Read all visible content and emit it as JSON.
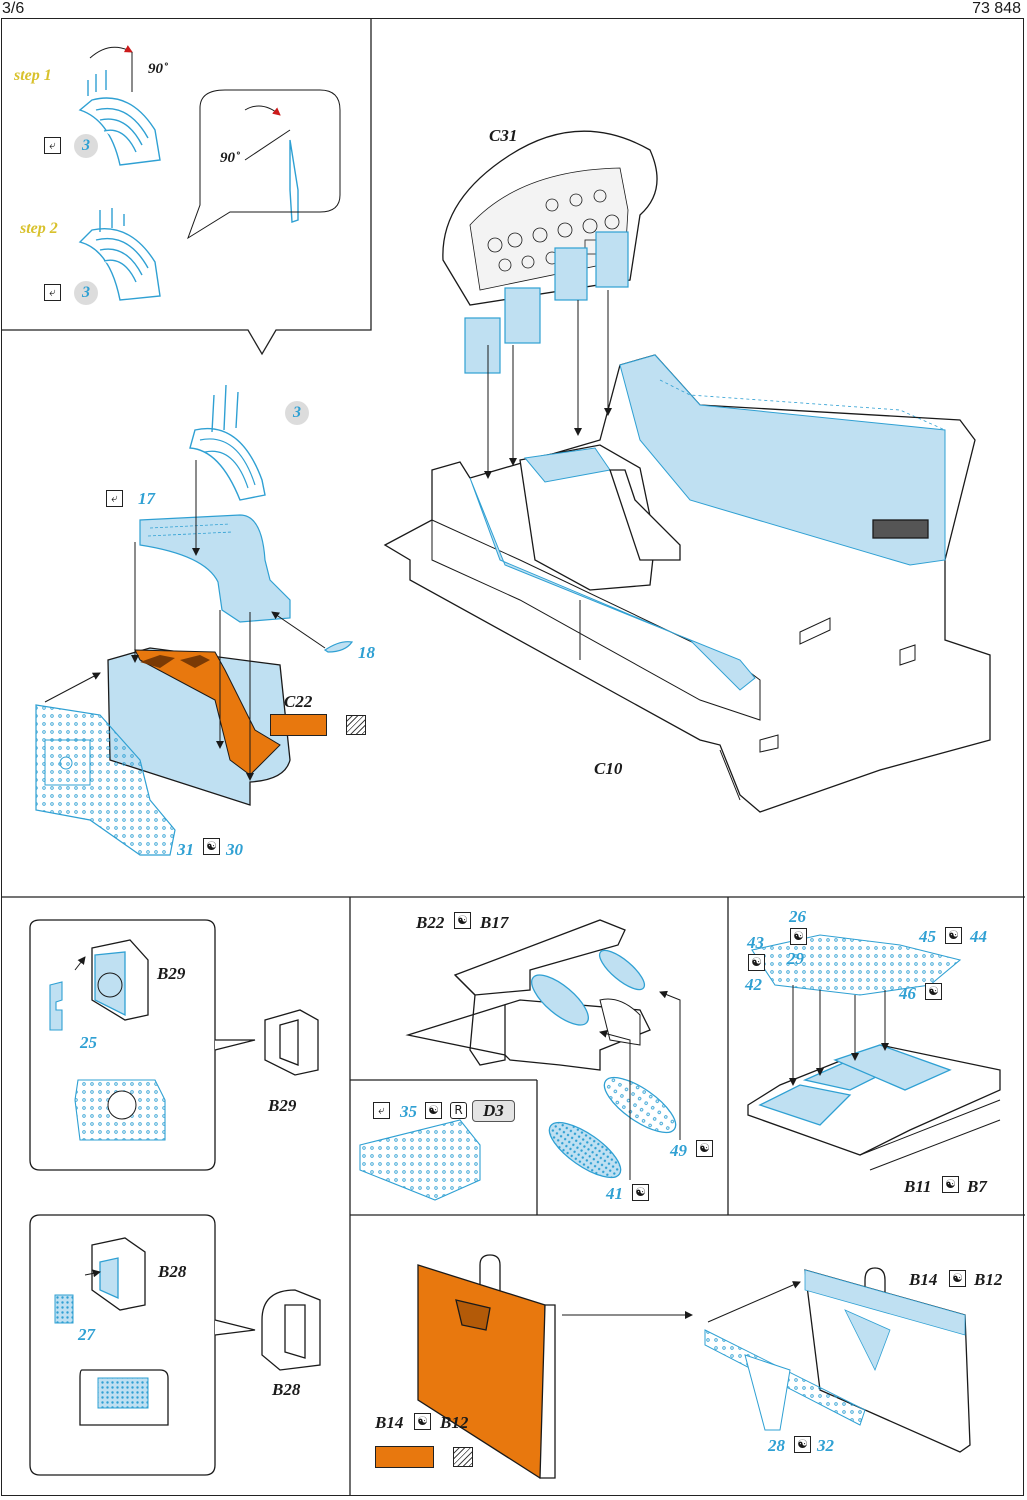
{
  "header": {
    "page_number": "3/6",
    "product_code": "73 848"
  },
  "steps": {
    "step1": "step 1",
    "step2": "step 2",
    "angle1": "90˚",
    "angle2": "90˚"
  },
  "parts": {
    "p3a": "3",
    "p3b": "3",
    "p3c": "3",
    "p17": "17",
    "p18": "18",
    "c22": "C22",
    "p31": "31",
    "p30": "30",
    "c31": "C31",
    "c10": "C10",
    "b29a": "B29",
    "b29b": "B29",
    "p25": "25",
    "b28a": "B28",
    "b28b": "B28",
    "p27": "27",
    "b22": "B22",
    "b17": "B17",
    "p35": "35",
    "d3": "D3",
    "p49": "49",
    "p41": "41",
    "p26": "26",
    "p43": "43",
    "p29": "29",
    "p45": "45",
    "p44": "44",
    "p42": "42",
    "p46": "46",
    "b11": "B11",
    "b7": "B7",
    "b14a": "B14",
    "b12a": "B12",
    "b14b": "B14",
    "b12b": "B12",
    "p28": "28",
    "p32": "32"
  },
  "symbols": {
    "bend": "⤶",
    "alt": "☯",
    "r_mark": "R"
  },
  "colors": {
    "pe_blue": "#2fa0d3",
    "pe_fill": "#bfe0f2",
    "orange": "#e8780e",
    "line": "#1a1a1a"
  }
}
